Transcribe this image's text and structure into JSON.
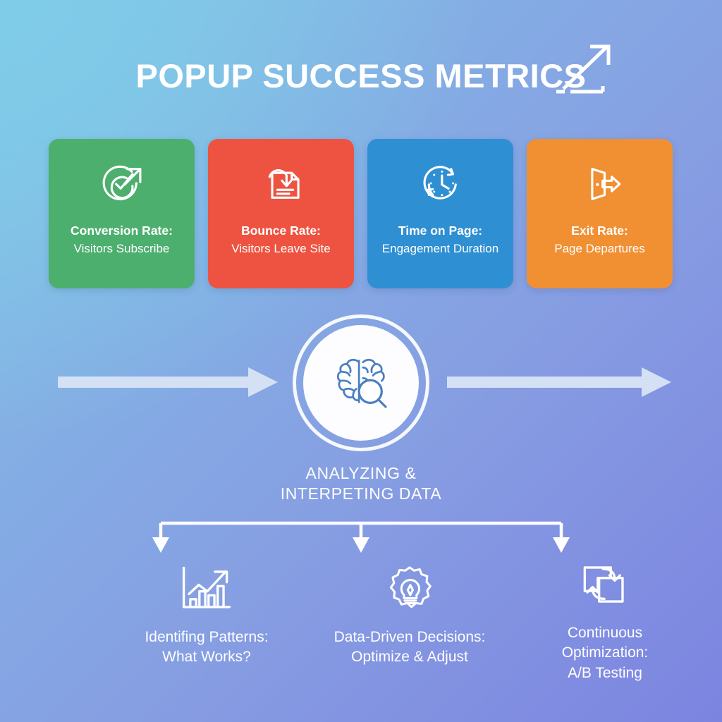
{
  "header": {
    "title": "POPUP SUCCESS METRICS",
    "arrow_icon": "growth-arrow-icon"
  },
  "palette": {
    "background_top_left": "#7ecce8",
    "background_top_right": "#84aee4",
    "background_bottom_right": "#7c84e0",
    "card_green": "#4caf6e",
    "card_red": "#ee5341",
    "card_blue": "#2e8fd3",
    "card_orange": "#f09033",
    "text_white": "#ffffff",
    "hub_fill": "#fdfdff",
    "hub_icon": "#4a7fc1",
    "flow_arrow": "#d4e0f4"
  },
  "metrics": [
    {
      "title": "Conversion Rate:",
      "subtitle": "Visitors Subscribe",
      "color": "#4caf6e",
      "icon": "target-growth-arrow-icon"
    },
    {
      "title": "Bounce Rate:",
      "subtitle": "Visitors Leave Site",
      "color": "#ee5341",
      "icon": "document-bounce-arrow-icon"
    },
    {
      "title": "Time on Page:",
      "subtitle": "Engagement Duration",
      "color": "#2e8fd3",
      "icon": "clock-refresh-icon"
    },
    {
      "title": "Exit Rate:",
      "subtitle": "Page Departures",
      "color": "#f09033",
      "icon": "exit-door-arrow-icon"
    }
  ],
  "hub": {
    "icon": "brain-magnifier-icon",
    "caption_line1": "ANALYZING &",
    "caption_line2": "INTERPETING DATA"
  },
  "flow": {
    "left_arrow_icon": "arrow-right-icon",
    "right_arrow_icon": "arrow-right-icon",
    "bracket_icon": "three-way-branch-bracket"
  },
  "outcomes": [
    {
      "icon": "bar-chart-growth-icon",
      "line1": "Identifing Patterns:",
      "line2": "What Works?",
      "line3": ""
    },
    {
      "icon": "gear-lightbulb-icon",
      "line1": "Data-Driven Decisions:",
      "line2": "Optimize & Adjust",
      "line3": ""
    },
    {
      "icon": "ab-test-swap-icon",
      "line1": "Continuous",
      "line2": "Optimization:",
      "line3": "A/B Testing"
    }
  ]
}
